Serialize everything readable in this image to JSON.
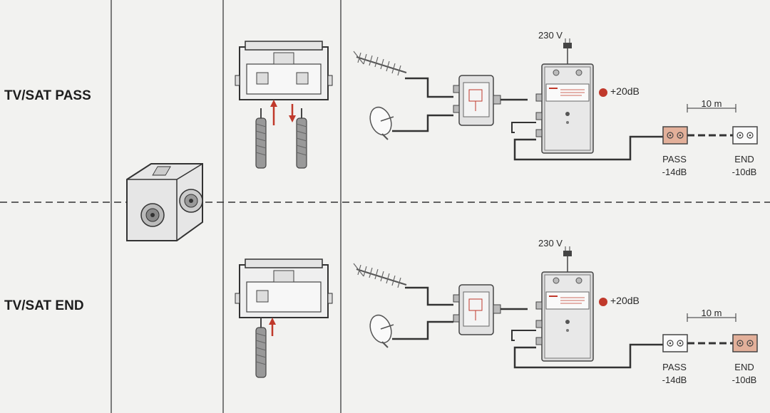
{
  "rows": [
    {
      "label": "TV/SAT PASS",
      "voltage": "230 V",
      "gain": "+20dB",
      "distance": "10 m",
      "socket_pass": {
        "name": "PASS",
        "loss": "-14dB"
      },
      "socket_end": {
        "name": "END",
        "loss": "-10dB"
      }
    },
    {
      "label": "TV/SAT END",
      "voltage": "230 V",
      "gain": "+20dB",
      "distance": "10 m",
      "socket_pass": {
        "name": "PASS",
        "loss": "-14dB"
      },
      "socket_end": {
        "name": "END",
        "loss": "-10dB"
      }
    }
  ],
  "colors": {
    "accent_red": "#c0392b",
    "highlight_socket": "#e3b09a",
    "line": "#333333",
    "paper": "#f2f2f0"
  }
}
